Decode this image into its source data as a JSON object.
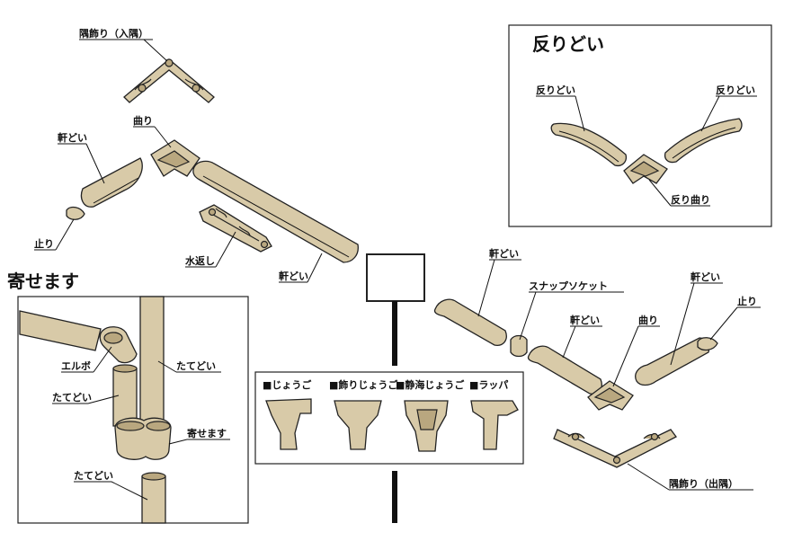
{
  "labels": {
    "sumikazari_iri": "隅飾り（入隅）",
    "magari_top": "曲り",
    "nokidoi_left": "軒どい",
    "tomari_left": "止り",
    "mizukaeshi": "水返し",
    "nokidoi_center": "軒どい",
    "sori_title": "反りどい",
    "sori_left": "反りどい",
    "sori_right": "反りどい",
    "sori_magari": "反り曲り",
    "yosemasu_title": "寄せます",
    "elbow": "エルボ",
    "tatedoi_left": "たてどい",
    "tatedoi_right": "たてどい",
    "yosemasu_part": "寄せます",
    "tatedoi_bottom": "たてどい",
    "nokidoi_r1": "軒どい",
    "snap_socket": "スナップソケット",
    "nokidoi_r2": "軒どい",
    "magari_right": "曲り",
    "nokidoi_r3": "軒どい",
    "tomari_right": "止り",
    "sumikazari_de": "隅飾り（出隅）"
  },
  "jougo": {
    "items": [
      "■じょうご",
      "■飾りじょうご",
      "■静海じょうご",
      "■ラッパ"
    ]
  }
}
